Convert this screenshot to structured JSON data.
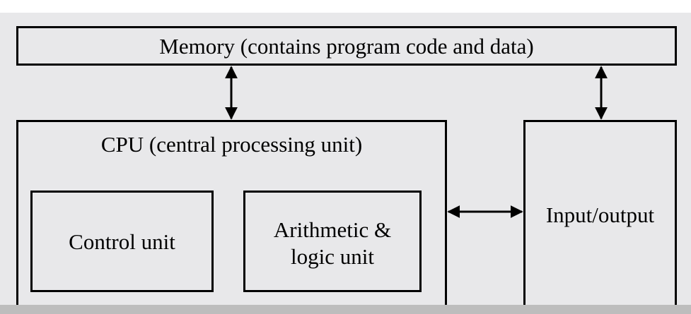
{
  "diagram": {
    "memory": {
      "label": "Memory (contains program code and data)"
    },
    "cpu": {
      "label": "CPU (central processing unit)",
      "control_unit": {
        "label": "Control unit"
      },
      "alu": {
        "label_line1": "Arithmetic &",
        "label_line2": "logic unit"
      }
    },
    "io": {
      "label": "Input/output"
    }
  },
  "colors": {
    "panel_background": "#e8e8ea",
    "stroke": "#000000",
    "bottom_band": "#bdbdbd"
  }
}
